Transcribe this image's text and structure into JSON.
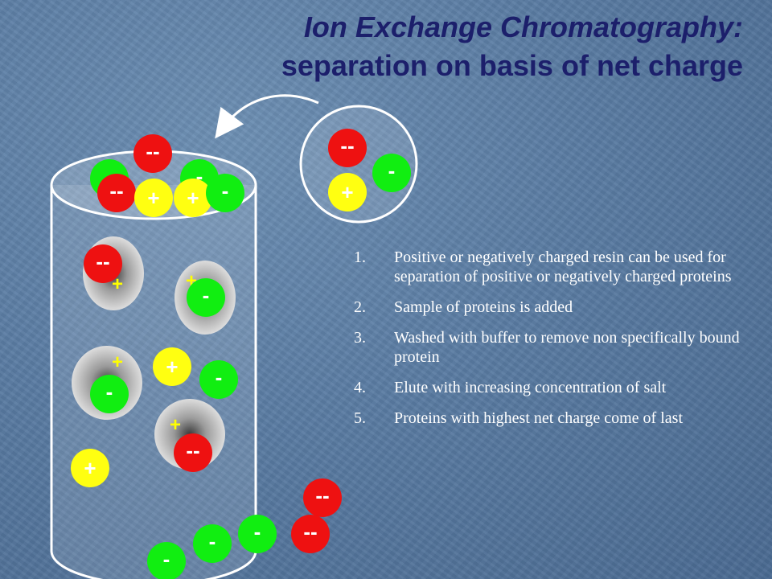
{
  "title": {
    "line1": "Ion Exchange Chromatography:",
    "line2": "separation on basis of net charge"
  },
  "symbols": {
    "positive": "+",
    "negative": "-",
    "double_negative": "--"
  },
  "steps": [
    {
      "num": "1.",
      "text": "Positive or negatively charged resin can be used for separation of positive or negatively charged proteins"
    },
    {
      "num": "2.",
      "text": "Sample of proteins is added"
    },
    {
      "num": "3.",
      "text": "Washed with buffer to remove non specifically bound protein"
    },
    {
      "num": "4.",
      "text": "Elute with increasing concentration of salt"
    },
    {
      "num": "5.",
      "text": "Proteins with highest net charge come of last"
    }
  ],
  "colors": {
    "title": "#1c1f6b",
    "text": "#ffffff",
    "double_negative_protein": "#ee1111",
    "negative_protein": "#11ee11",
    "positive_protein": "#ffff11",
    "resin_plus_sign": "#ffff00",
    "column_outline": "#ffffff"
  }
}
